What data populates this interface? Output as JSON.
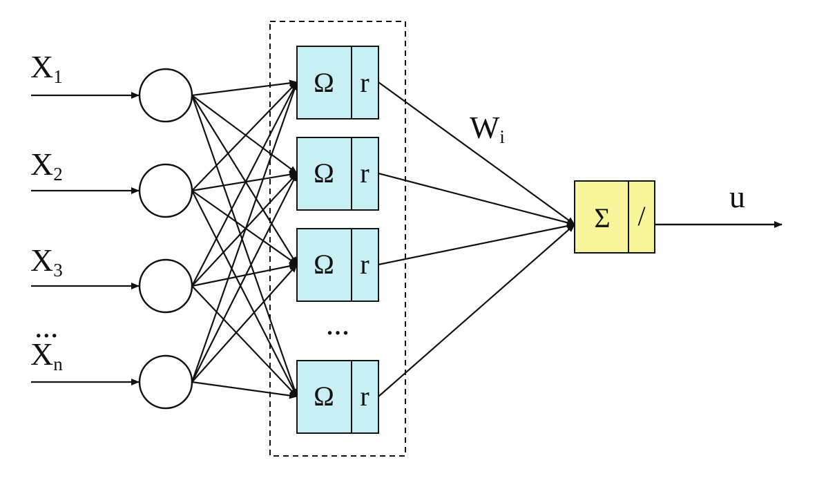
{
  "inputs": [
    {
      "base": "X",
      "sub": "1"
    },
    {
      "base": "X",
      "sub": "2"
    },
    {
      "base": "X",
      "sub": "3"
    },
    {
      "base": "X",
      "sub": "n"
    }
  ],
  "inputs_ellipsis": "...",
  "hidden_nodes": [
    {
      "left": "Ω",
      "right": "r"
    },
    {
      "left": "Ω",
      "right": "r"
    },
    {
      "left": "Ω",
      "right": "r"
    },
    {
      "left": "Ω",
      "right": "r"
    }
  ],
  "hidden_ellipsis": "...",
  "weight_label": {
    "base": "W",
    "sub": "i"
  },
  "output_node": {
    "left": "Σ",
    "right": "/"
  },
  "output_label": "u",
  "colors": {
    "hidden_fill": "#c8f0f4",
    "output_fill": "#f7f59a",
    "stroke": "#111111"
  }
}
